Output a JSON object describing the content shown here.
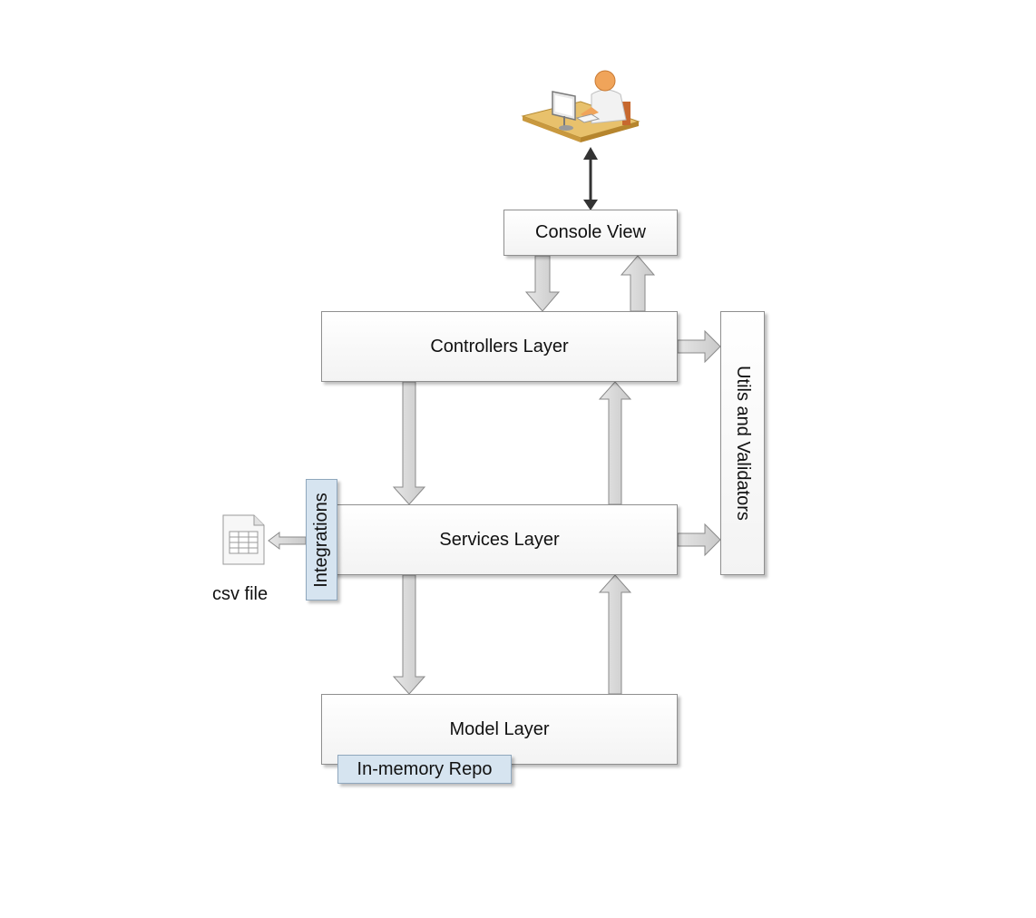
{
  "diagram": {
    "console_view": "Console View",
    "controllers_layer": "Controllers Layer",
    "services_layer": "Services Layer",
    "model_layer": "Model Layer",
    "utils_validators": "Utils and Validators",
    "integrations": "Integrations",
    "in_memory_repo": "In-memory Repo",
    "csv_file": "csv file"
  },
  "colors": {
    "box_border": "#8f8f8f",
    "box_fill": "#f3f3f3",
    "tag_fill": "#d6e4f0",
    "arrow_fill": "#d4d4d4",
    "arrow_stroke": "#8a8a8a",
    "connector": "#333333"
  },
  "icons": {
    "user": "user-at-workstation-icon",
    "file": "spreadsheet-file-icon"
  }
}
